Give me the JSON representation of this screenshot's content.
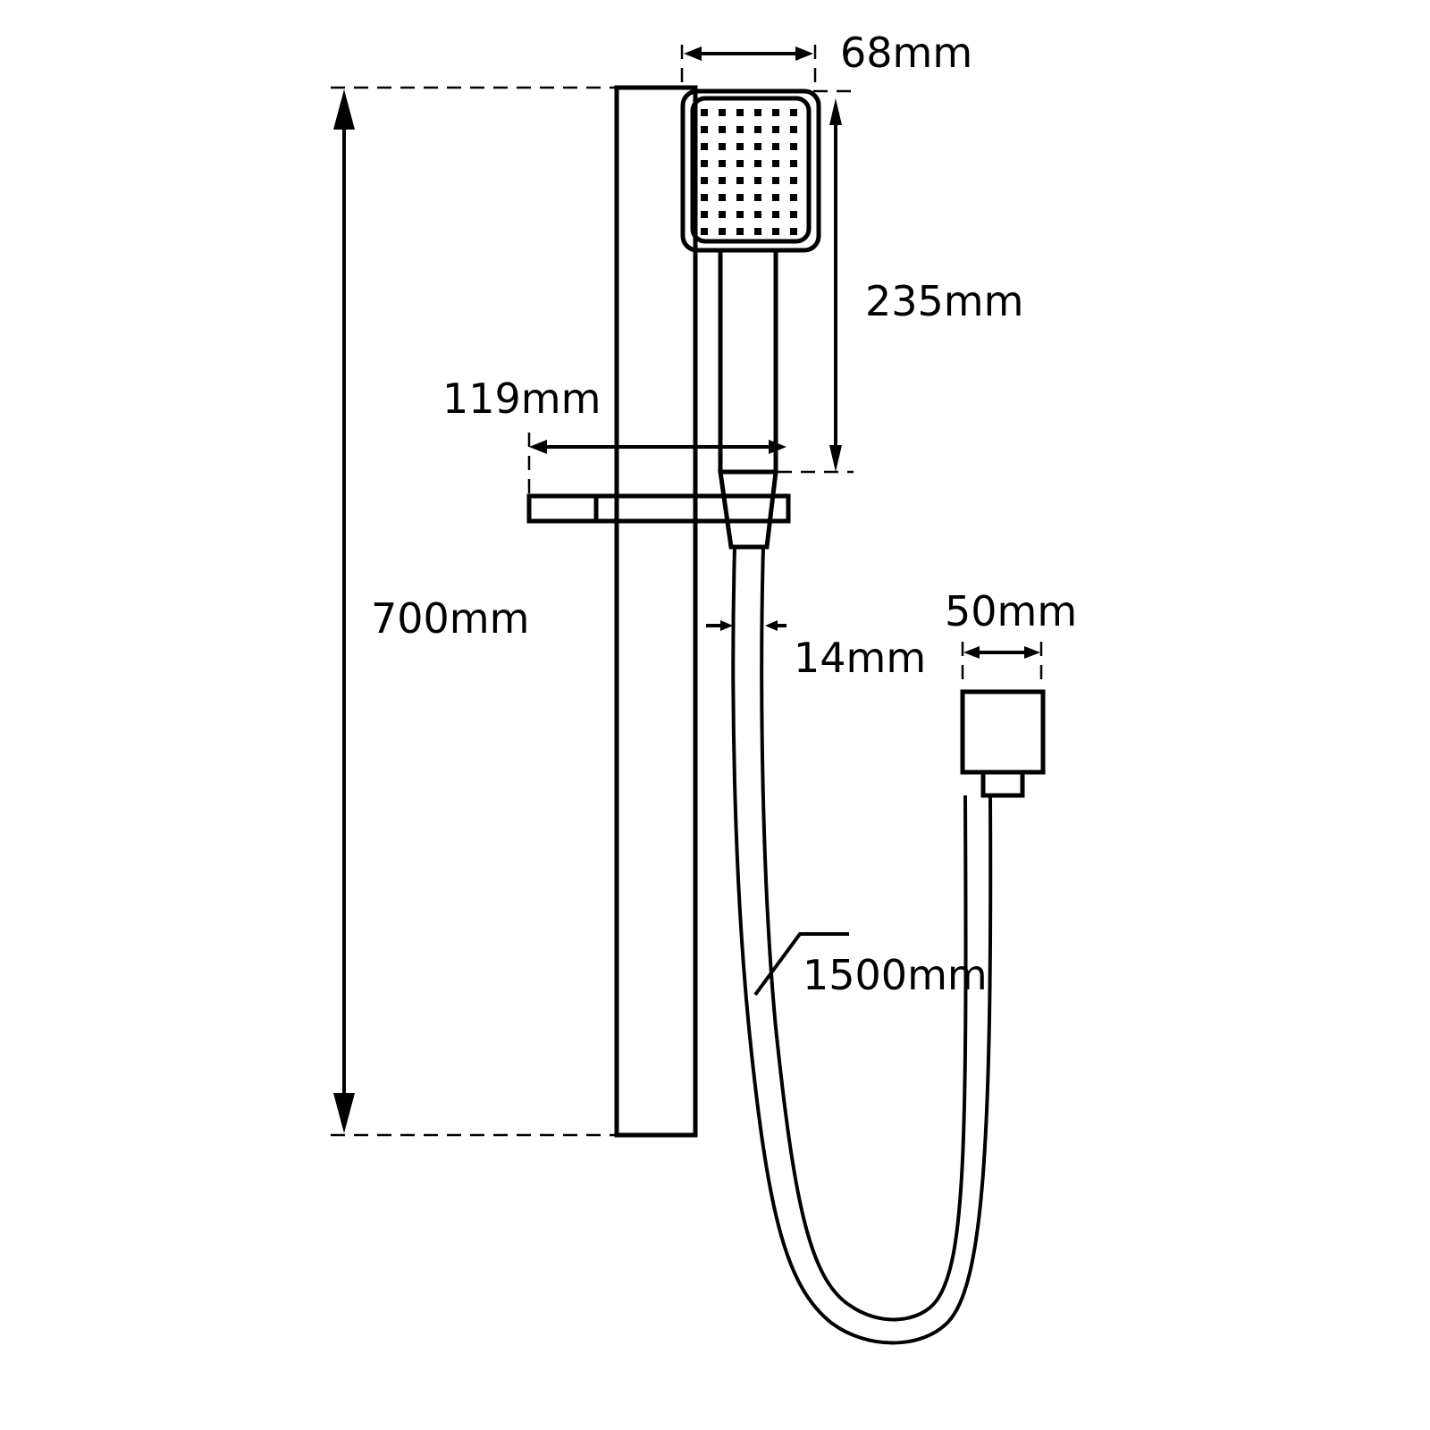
{
  "diagram": {
    "subject": "Shower rail kit with handheld shower head, hose and wall outlet",
    "colors": {
      "stroke": "#000000",
      "background": "#ffffff"
    },
    "dimensions": {
      "head_width": "68mm",
      "head_height": "235mm",
      "bracket_width": "119mm",
      "rail_length": "700mm",
      "hose_diameter": "14mm",
      "outlet_width": "50mm",
      "hose_length": "1500mm"
    },
    "shower_head": {
      "nozzle_columns": 6,
      "nozzle_rows": 8
    }
  }
}
